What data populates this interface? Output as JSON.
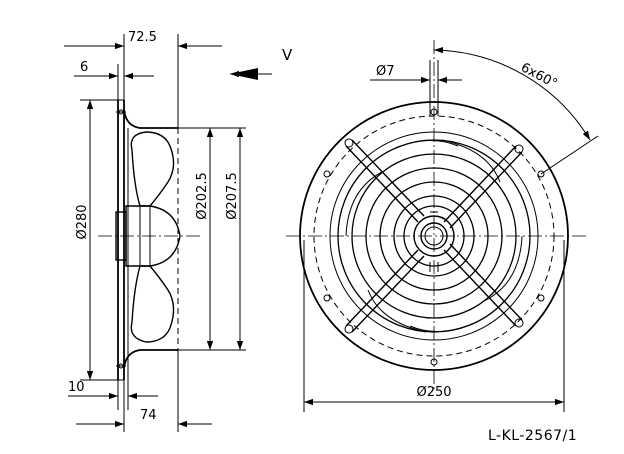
{
  "drawing": {
    "reference": "L-KL-2567/1",
    "view_label": "V",
    "dimensions": {
      "overall_depth": "72.5",
      "front_offset": "6",
      "housing_diameter": "Ø280",
      "guard_diameter_a": "Ø202.5",
      "guard_diameter_b": "Ø207.5",
      "bottom_offset": "10",
      "bottom_depth": "74",
      "hole_diameter": "Ø7",
      "hole_pattern": "6x60°",
      "mounting_diameter": "Ø250"
    }
  }
}
